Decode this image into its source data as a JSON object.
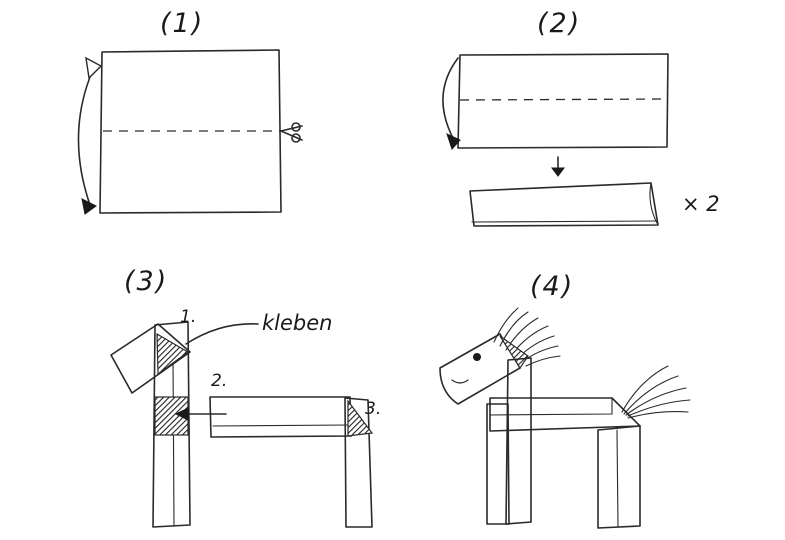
{
  "steps": [
    {
      "label": "(1)"
    },
    {
      "label": "(2)",
      "multiplier": "× 2"
    },
    {
      "label": "(3)",
      "glue_word": "kleben",
      "markers": [
        "1.",
        "2.",
        "3."
      ]
    },
    {
      "label": "(4)"
    }
  ],
  "icons": [
    "scissors-icon",
    "fold-arrow-icon",
    "down-arrow-icon",
    "glue-arrow-icon"
  ]
}
